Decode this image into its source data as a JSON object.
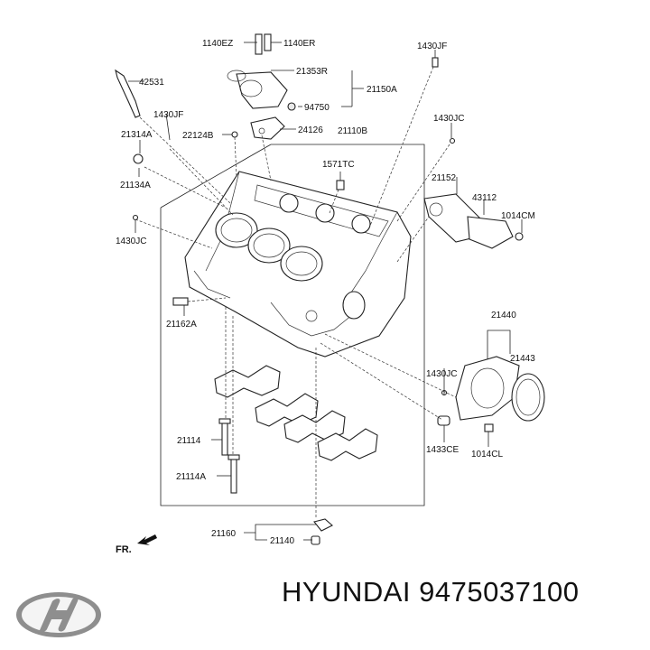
{
  "labels": {
    "p1140EZ": "1140EZ",
    "p1140ER": "1140ER",
    "p1430JF_top": "1430JF",
    "p42531": "42531",
    "p21353R": "21353R",
    "p21150A": "21150A",
    "p94750": "94750",
    "p1430JF_mid": "1430JF",
    "p1430JC_topright": "1430JC",
    "p21314A": "21314A",
    "p22124B": "22124B",
    "p24126": "24126",
    "p21110B": "21110B",
    "p1571TC": "1571TC",
    "p21134A": "21134A",
    "p21152": "21152",
    "p43112": "43112",
    "p1014CM": "1014CM",
    "p1430JC_left": "1430JC",
    "p21162A": "21162A",
    "p21440": "21440",
    "p21443": "21443",
    "p1430JC_right": "1430JC",
    "p21114": "21114",
    "p1433CE": "1433CE",
    "p1014CL": "1014CL",
    "p21114A": "21114A",
    "p21160": "21160",
    "p21140": "21140",
    "fr": "FR."
  },
  "footer": {
    "brand_text": "HYUNDAI 9475037100"
  },
  "icons": {
    "logo": "hyundai-logo-icon",
    "front_arrow": "front-arrow-icon"
  },
  "colors": {
    "ink": "#222222",
    "logo_silver": "#9a9a9a"
  }
}
